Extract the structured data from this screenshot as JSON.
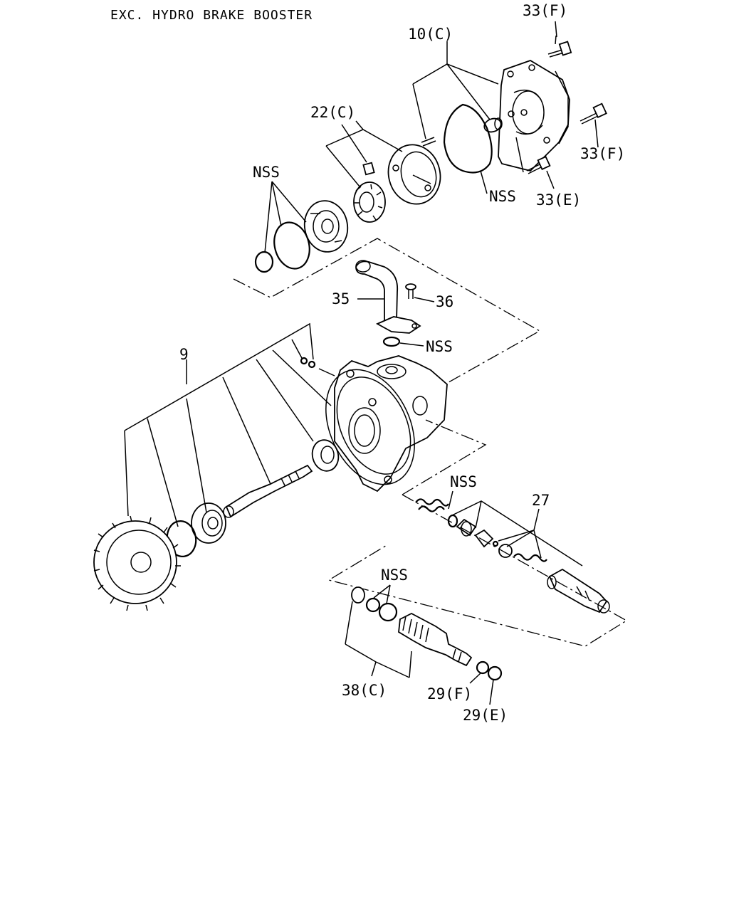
{
  "header": {
    "title": "EXC. HYDRO BRAKE BOOSTER"
  },
  "labels": {
    "bolt_f_top": "33(F)",
    "cover_group": "10(C)",
    "bolt_f_right": "33(F)",
    "bolt_e": "33(E)",
    "cover_gasket": "NSS",
    "rotor_group": "22(C)",
    "seal_rings": "NSS",
    "elbow_pipe": "35",
    "pipe_bolt": "36",
    "pipe_oring": "NSS",
    "shaft_group": "9",
    "spring_nss": "NSS",
    "valve_group": "27",
    "connector_nss": "NSS",
    "connector_group": "38(C)",
    "oring_f": "29(F)",
    "oring_e": "29(E)"
  }
}
